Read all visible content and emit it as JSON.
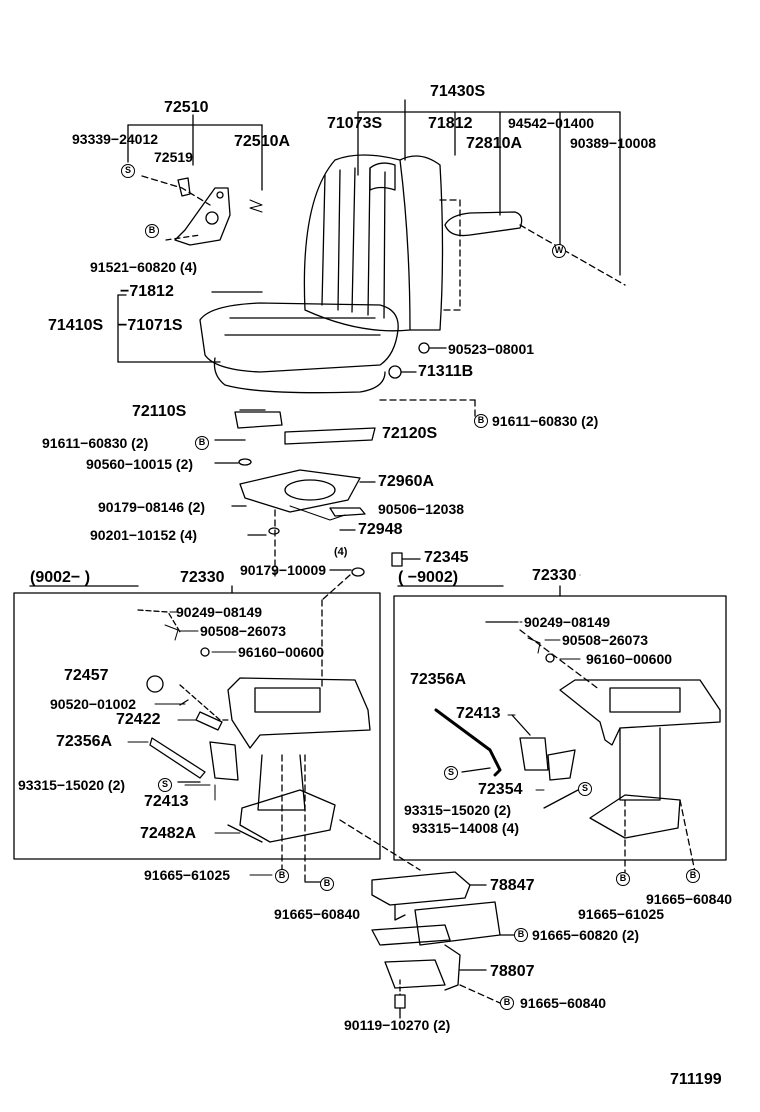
{
  "diagram_code": "711199",
  "markers": {
    "B": "B",
    "S": "S",
    "W": "W"
  },
  "parts": {
    "p71430S": "71430S",
    "p72510": "72510",
    "p93339": "93339−24012",
    "p72519": "72519",
    "p72510A": "72510A",
    "p71073S": "71073S",
    "p71812a": "71812",
    "p94542": "94542−01400",
    "p72810A": "72810A",
    "p90389": "90389−10008",
    "p91521": "91521−60820 (4)",
    "p71812b": "−71812",
    "p71410S": "71410S",
    "p71071S": "−71071S",
    "p90523": "90523−08001",
    "p71311B": "71311B",
    "p72110S": "72110S",
    "p91611a": "91611−60830 (2)",
    "p91611b": "91611−60830 (2)",
    "p72120S": "72120S",
    "p90560": "90560−10015 (2)",
    "p72960A": "72960A",
    "p90179a": "90179−08146 (2)",
    "p90506": "90506−12038",
    "p90201": "90201−10152 (4)",
    "p72948": "72948",
    "p72345": "72345",
    "p90179b_qty": "(4)",
    "p90179b": "90179−10009",
    "range_left": "(9002−      )",
    "range_right": "(     −9002)",
    "p72330a": "72330",
    "p72330b": "72330",
    "p90249a": "90249−08149",
    "p90508a": "90508−26073",
    "p96160a": "96160−00600",
    "p72457": "72457",
    "p90520": "90520−01002",
    "p72422": "72422",
    "p72356Aa": "72356A",
    "p93315a": "93315−15020 (2)",
    "p72413a": "72413",
    "p72482A": "72482A",
    "p90249b": "90249−08149",
    "p90508b": "90508−26073",
    "p96160b": "96160−00600",
    "p72356Ab": "72356A",
    "p72413b": "72413",
    "p72354": "72354",
    "p93315b": "93315−15020 (2)",
    "p93315c": "93315−14008 (4)",
    "p91665a": "91665−61025",
    "p91665b": "91665−60840",
    "p78847": "78847",
    "p91665c": "91665−60820 (2)",
    "p78807": "78807",
    "p91665d": "91665−60840",
    "p90119": "90119−10270 (2)",
    "p91665e": "91665−61025",
    "p91665f": "91665−60840"
  }
}
